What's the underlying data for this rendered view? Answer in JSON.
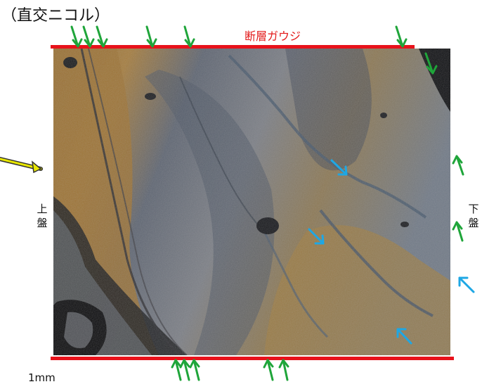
{
  "title": "（直交ニコル）",
  "gouge_label": "断層ガウジ",
  "hanging_wall_label": "上盤",
  "footwall_label": "下盤",
  "scale_label": "1mm",
  "colors": {
    "gouge_line": "#e8121b",
    "green_arrow": "#1fa53a",
    "blue_arrow": "#1ea7e4",
    "yellow_arrow": "#e7e600"
  }
}
